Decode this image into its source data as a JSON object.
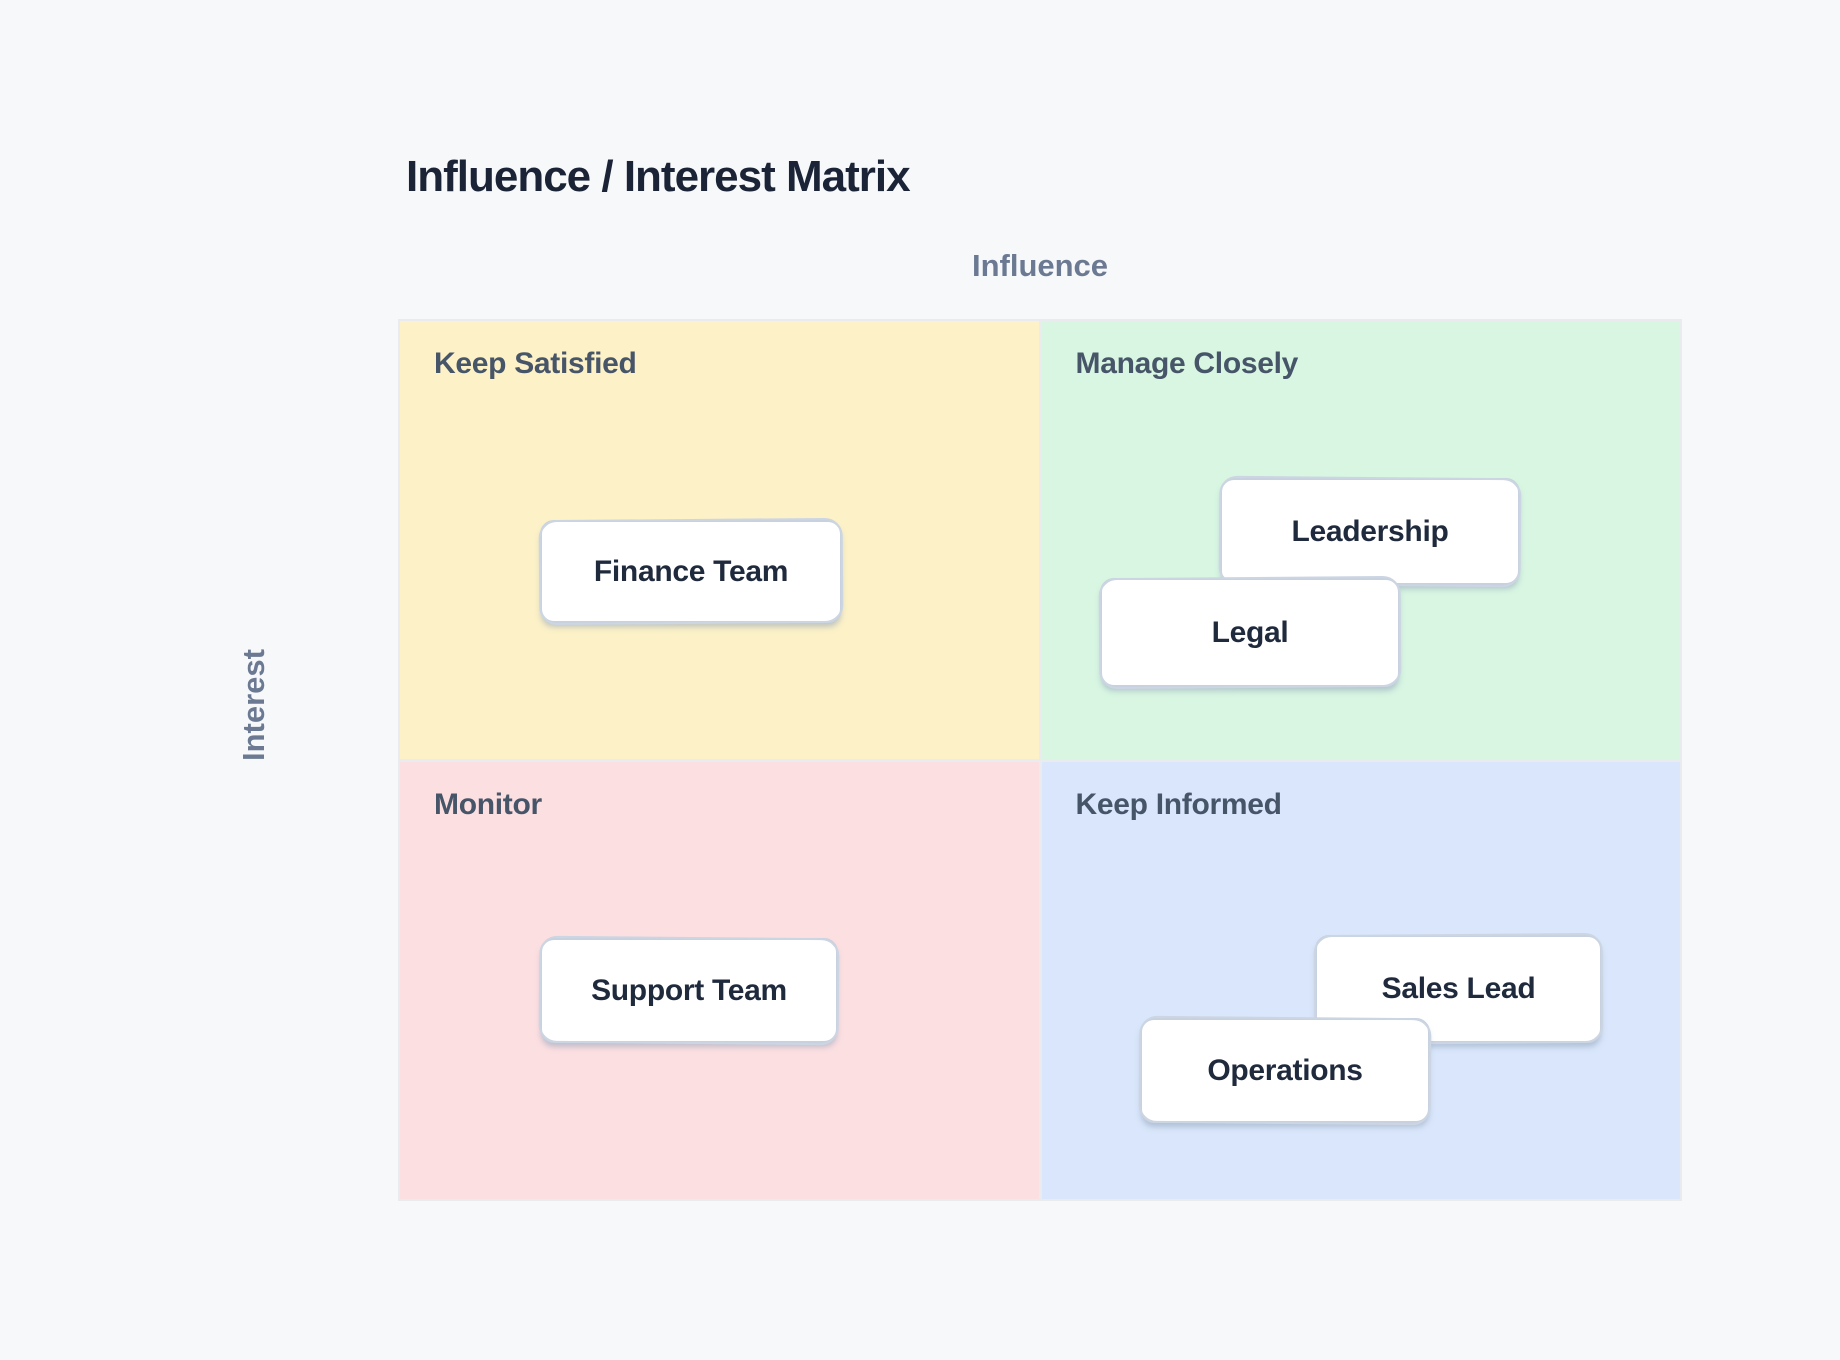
{
  "title": "Influence / Interest Matrix",
  "axes": {
    "x_label": "Influence",
    "y_label": "Interest"
  },
  "quadrants": [
    {
      "label": "Keep Satisfied",
      "position": "top-left",
      "color": "#fcf1c7"
    },
    {
      "label": "Manage Closely",
      "position": "top-right",
      "color": "#d8f6e2"
    },
    {
      "label": "Monitor",
      "position": "bottom-left",
      "color": "#fcdfe1"
    },
    {
      "label": "Keep Informed",
      "position": "bottom-right",
      "color": "#d9e6fb"
    }
  ],
  "cards": [
    {
      "label": "Finance Team",
      "quadrant": "Keep Satisfied"
    },
    {
      "label": "Leadership",
      "quadrant": "Manage Closely"
    },
    {
      "label": "Legal",
      "quadrant": "Manage Closely"
    },
    {
      "label": "Support Team",
      "quadrant": "Monitor"
    },
    {
      "label": "Sales Lead",
      "quadrant": "Keep Informed"
    },
    {
      "label": "Operations",
      "quadrant": "Keep Informed"
    }
  ],
  "colors": {
    "page_background": "#f7f8fa",
    "grid_line": "#e9ebee",
    "title_text": "#1b2437",
    "quadrant_label_text": "#475569",
    "axis_label_text": "#6b7a92",
    "card_background": "#ffffff",
    "card_border": "#c7d1df",
    "card_text": "#1f2a3d"
  }
}
